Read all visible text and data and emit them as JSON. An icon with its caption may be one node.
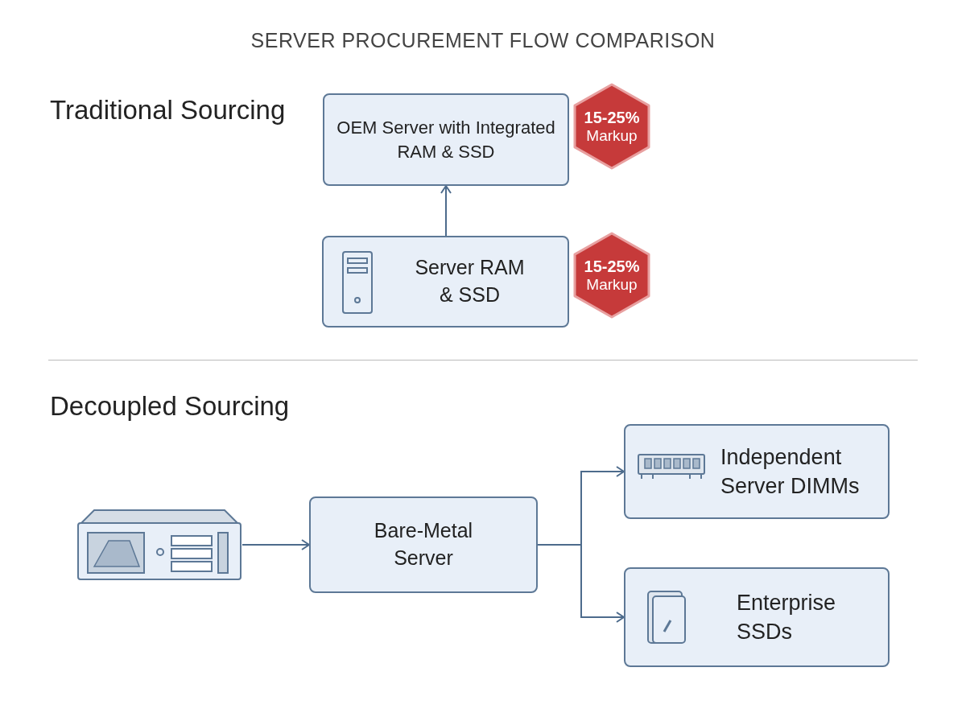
{
  "diagram": {
    "title": "SERVER PROCUREMENT FLOW COMPARISON",
    "nodes": [
      {
        "text": [
          "OEM Server with Integrated RAM & SSD"
        ]
      },
      {
        "text": [
          "15-25%",
          "Markup"
        ]
      },
      {
        "text": [
          "Server RAM & SSD"
        ]
      },
      {
        "text": [
          "15-25%",
          "Markup"
        ]
      },
      {
        "text": [],
        "shape": "picture"
      },
      {
        "text": [
          "Bare-Metal Server"
        ]
      },
      {
        "text": [
          "Independent Server DIMMs"
        ]
      },
      {
        "text": [
          "Enterprise SSDs"
        ]
      }
    ],
    "edges": [
      {
        "from": 2,
        "to": 0,
        "arrow": "to"
      },
      {
        "from": 4,
        "to": 5,
        "arrow": "to"
      },
      {
        "from": 5,
        "to": 6,
        "arrow": "to"
      },
      {
        "from": 5,
        "to": 7,
        "arrow": "to"
      }
    ],
    "labels": [
      "Traditional Sourcing",
      "Decoupled Sourcing"
    ]
  }
}
